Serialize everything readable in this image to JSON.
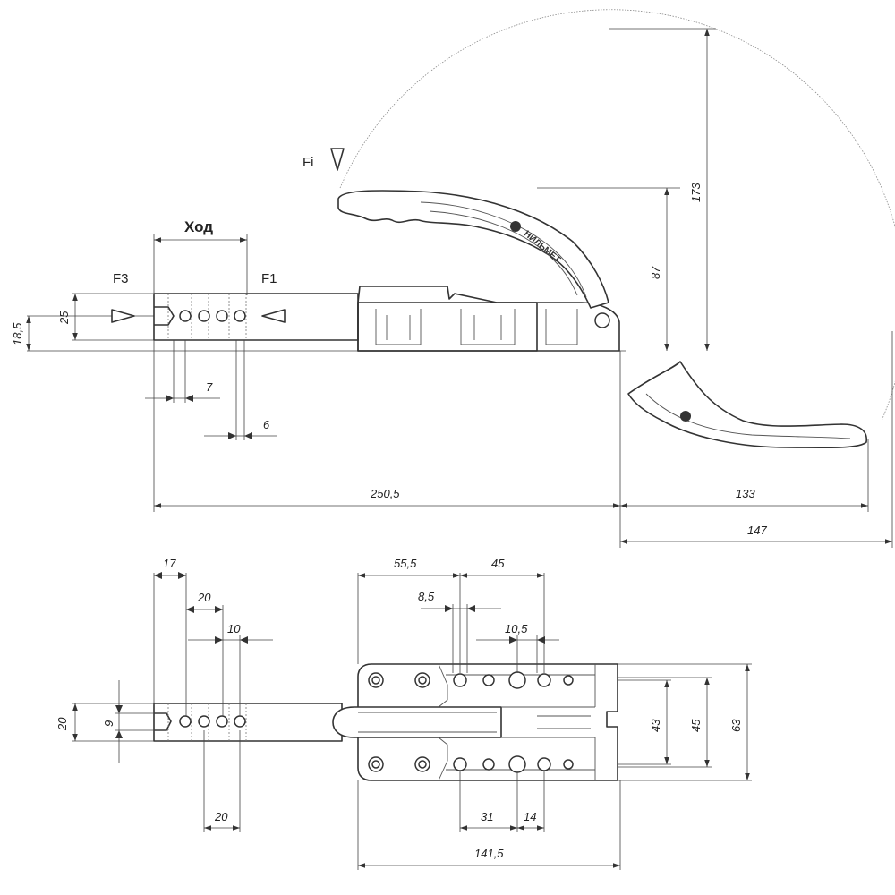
{
  "labels": {
    "stroke": "Ход",
    "force_f3": "F3",
    "force_f1": "F1",
    "force_fi": "Fi",
    "brand": "НИЛЬМЕТ"
  },
  "dimensions": {
    "side_view": {
      "d_25": "25",
      "d_18_5": "18,5",
      "d_7": "7",
      "d_6": "6",
      "d_87": "87",
      "d_173": "173",
      "d_250_5": "250,5",
      "d_133": "133",
      "d_147": "147"
    },
    "top_view": {
      "d_17": "17",
      "d_20_top": "20",
      "d_10": "10",
      "d_55_5": "55,5",
      "d_45_top": "45",
      "d_8_5": "8,5",
      "d_10_5": "10,5",
      "d_20_left": "20",
      "d_9": "9",
      "d_20_bottom": "20",
      "d_31": "31",
      "d_14": "14",
      "d_141_5": "141,5",
      "d_43": "43",
      "d_45_right": "45",
      "d_63": "63"
    }
  }
}
